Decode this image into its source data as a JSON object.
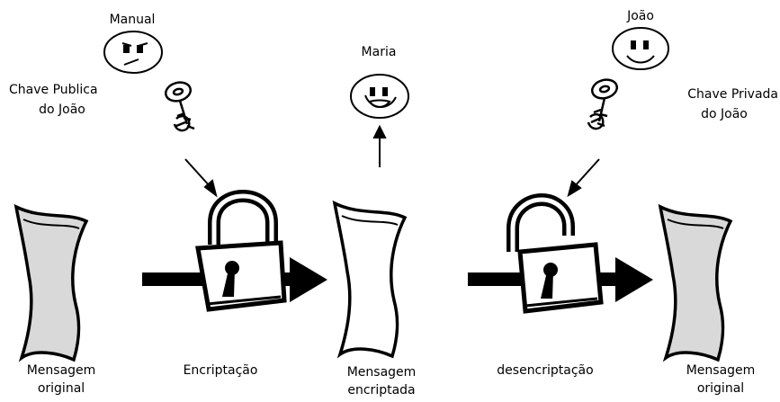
{
  "diagram": {
    "people": {
      "sender": "Manual",
      "interceptor": "Maria",
      "receiver": "João"
    },
    "keys": {
      "public_line1": "Chave Publica",
      "public_line2": "do João",
      "private_line1": "Chave Privada",
      "private_line2": "do João"
    },
    "documents": {
      "original_line1": "Mensagem",
      "original_line2": "original",
      "encrypted_line1": "Mensagem",
      "encrypted_line2": "encriptada",
      "decrypted_line1": "Mensagem",
      "decrypted_line2": "original"
    },
    "steps": {
      "encrypt": "Encriptação",
      "decrypt": "desencriptação"
    },
    "colors": {
      "ink": "#000000",
      "paper_shaded": "#d9d9d9",
      "paper_plain": "#ffffff"
    }
  }
}
